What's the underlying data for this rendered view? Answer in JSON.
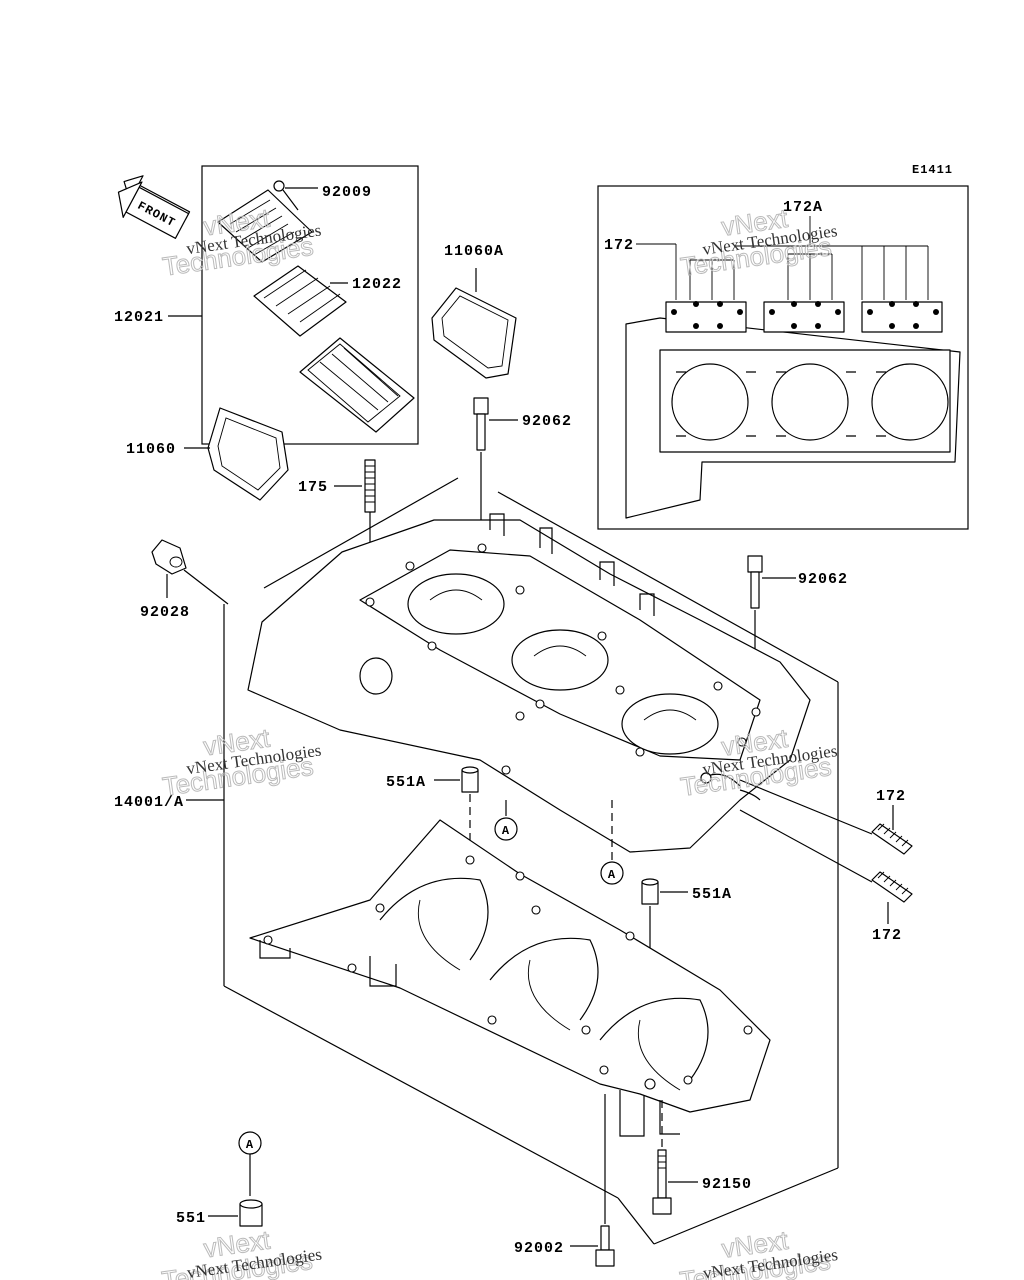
{
  "diagram_code": "E1411",
  "front_label": "FRONT",
  "watermark": {
    "line1": "vNext Technologies",
    "line2": "vNext",
    "line3": "Technologies"
  },
  "ref_marker": "A",
  "parts": {
    "p92009": "92009",
    "p12022": "12022",
    "p12021": "12021",
    "p11060A": "11060A",
    "p11060": "11060",
    "p92062_top": "92062",
    "p175": "175",
    "p92028": "92028",
    "p92062_right": "92062",
    "p172A": "172A",
    "p172_inset": "172",
    "p14001A": "14001/A",
    "p551A_left": "551A",
    "p551A_right": "551A",
    "p172_right_top": "172",
    "p172_right_bottom": "172",
    "p551": "551",
    "p92150": "92150",
    "p92002": "92002"
  }
}
